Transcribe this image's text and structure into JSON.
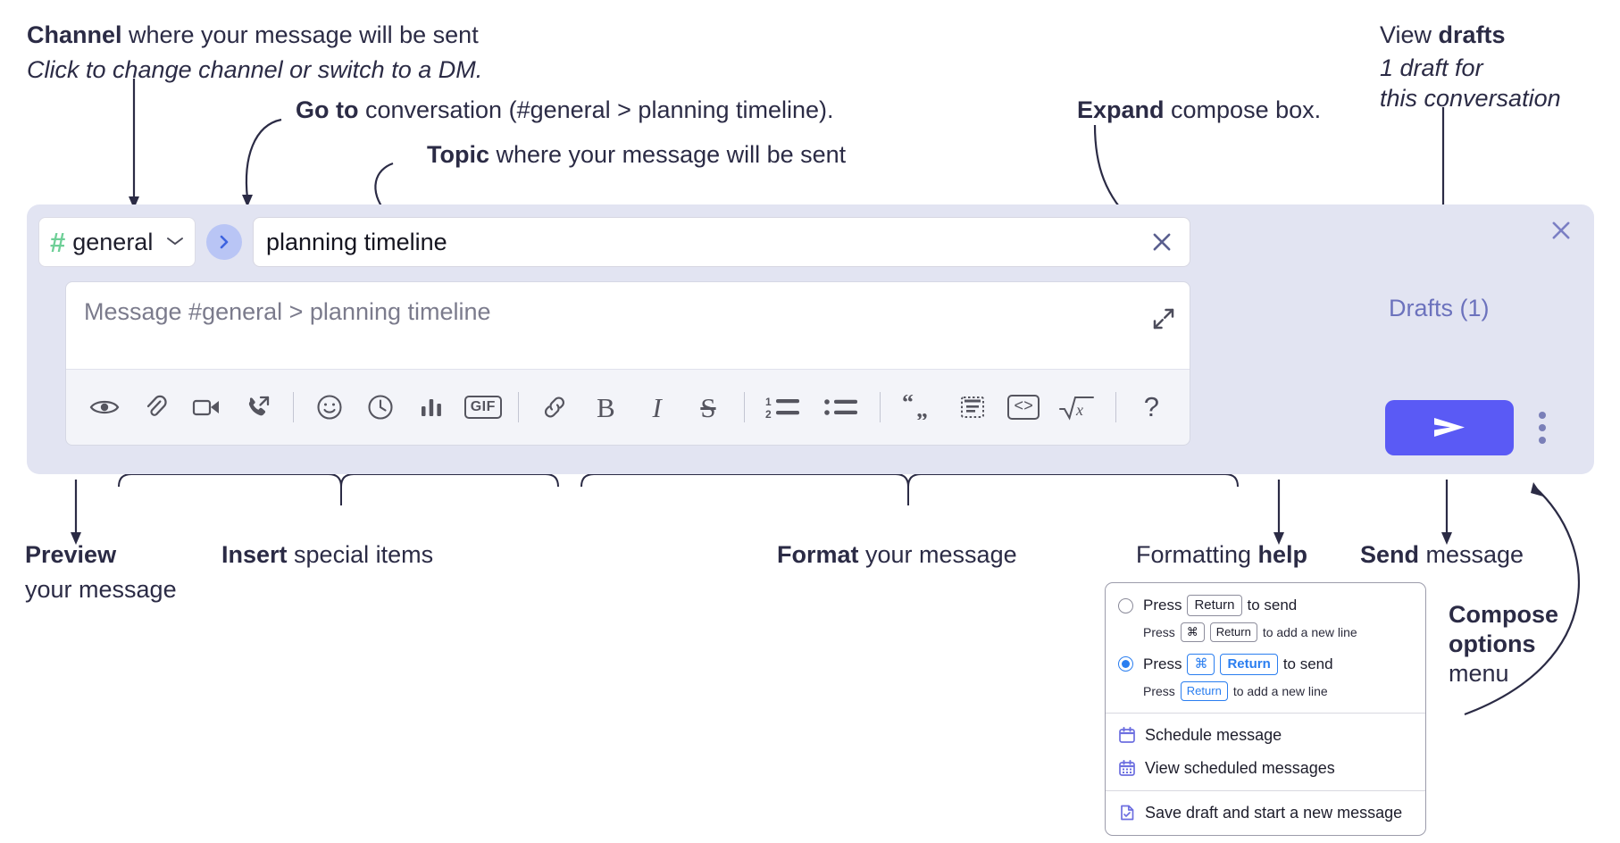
{
  "annotations": {
    "channel": {
      "bold": "Channel",
      "rest": " where your message will be sent",
      "italic": "Click to change channel or switch to a DM."
    },
    "goto": {
      "bold": "Go to",
      "rest": " conversation (#general > planning timeline)."
    },
    "topic": {
      "bold": "Topic",
      "rest": " where your message will be sent"
    },
    "expand": {
      "bold": "Expand",
      "rest": " compose box."
    },
    "drafts": {
      "plain": "View ",
      "bold": "drafts",
      "italic1": "1 draft for",
      "italic2": "this conversation"
    },
    "preview": {
      "bold": "Preview",
      "line2": "your message"
    },
    "insert": {
      "bold": "Insert",
      "rest": " special items"
    },
    "format": {
      "bold": "Format",
      "rest": " your message"
    },
    "help": {
      "plain": "Formatting ",
      "bold": "help"
    },
    "send": {
      "bold": "Send",
      "rest": " message"
    },
    "compose_options": {
      "bold1": "Compose",
      "bold2": "options",
      "rest": "menu"
    }
  },
  "compose": {
    "channel": {
      "hash": "#",
      "name": "general",
      "chevron": "chevron-down"
    },
    "goto_button_label": "›",
    "topic": {
      "value": "planning timeline",
      "clear_label": "×"
    },
    "message": {
      "placeholder": "Message #general > planning timeline",
      "value": ""
    },
    "panel_close_label": "×",
    "toolbar": [
      {
        "name": "preview-icon",
        "label": "Preview"
      },
      {
        "name": "attachment-icon",
        "label": "Attach file"
      },
      {
        "name": "video-icon",
        "label": "Record video clip"
      },
      {
        "name": "call-icon",
        "label": "Start call"
      },
      {
        "name": "separator-1",
        "label": ""
      },
      {
        "name": "emoji-icon",
        "label": "Emoji"
      },
      {
        "name": "clock-icon",
        "label": "Reminder"
      },
      {
        "name": "poll-icon",
        "label": "Poll"
      },
      {
        "name": "gif-icon",
        "label": "GIF"
      },
      {
        "name": "separator-2",
        "label": ""
      },
      {
        "name": "link-icon",
        "label": "Link"
      },
      {
        "name": "bold-icon",
        "label": "B"
      },
      {
        "name": "italic-icon",
        "label": "I"
      },
      {
        "name": "strikethrough-icon",
        "label": "S"
      },
      {
        "name": "separator-3",
        "label": ""
      },
      {
        "name": "ordered-list-icon",
        "label": "Ordered list"
      },
      {
        "name": "bulleted-list-icon",
        "label": "Bulleted list"
      },
      {
        "name": "separator-4",
        "label": ""
      },
      {
        "name": "blockquote-icon",
        "label": "Blockquote"
      },
      {
        "name": "code-block-icon",
        "label": "Code block"
      },
      {
        "name": "inline-code-icon",
        "label": "Code"
      },
      {
        "name": "math-icon",
        "label": "Math"
      },
      {
        "name": "separator-5",
        "label": ""
      },
      {
        "name": "help-icon",
        "label": "?"
      }
    ],
    "drafts_label": "Drafts (1)",
    "send_label": "➤",
    "kebab_label": "More compose options"
  },
  "dropdown": {
    "option1": {
      "selected": false,
      "press": "Press",
      "key": "Return",
      "tail": "to send",
      "sub_press": "Press",
      "sub_key1": "⌘",
      "sub_key2": "Return",
      "sub_tail": "to add a new line"
    },
    "option2": {
      "selected": true,
      "press": "Press",
      "key1": "⌘",
      "key2": "Return",
      "tail": "to send",
      "sub_press": "Press",
      "sub_key": "Return",
      "sub_tail": "to add a new line"
    },
    "items": [
      {
        "icon": "calendar-icon",
        "label": "Schedule message"
      },
      {
        "icon": "calendar-grid-icon",
        "label": "View scheduled messages"
      },
      {
        "icon": "save-draft-icon",
        "label": "Save draft and start a new message"
      }
    ]
  },
  "colors": {
    "panel_bg": "#e2e4f2",
    "send_purple": "#5a5af5",
    "hash_green": "#6ecf97",
    "goto_blue": "#3d63e0",
    "drafts_text": "#6c72bd",
    "accent_blue": "#2a7ef0",
    "menu_icon": "#6d6fe0"
  }
}
